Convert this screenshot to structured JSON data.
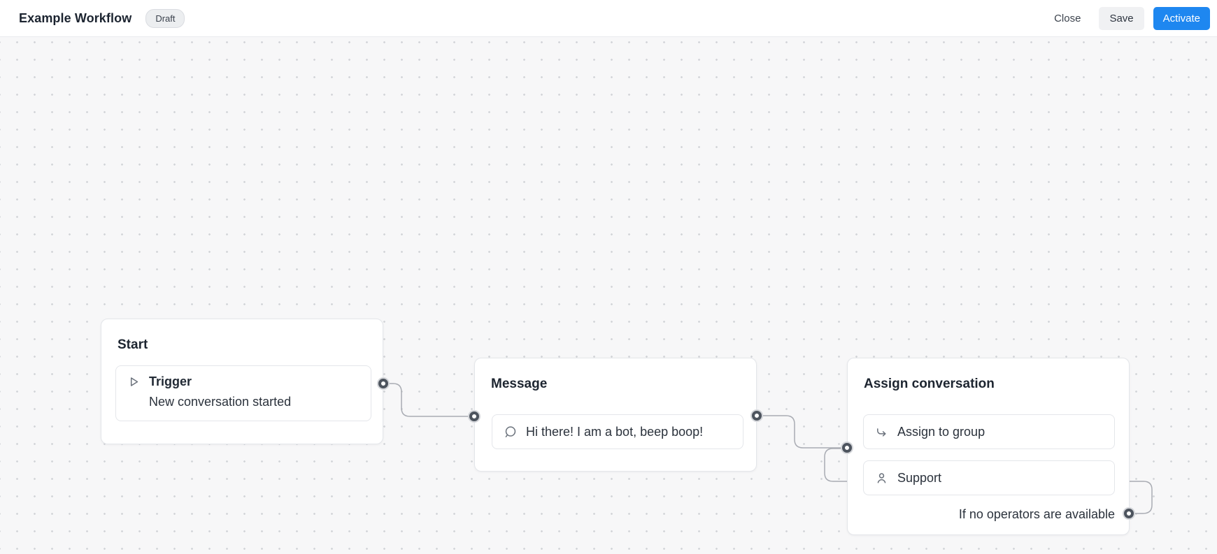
{
  "header": {
    "title": "Example Workflow",
    "status_badge": "Draft",
    "close_label": "Close",
    "save_label": "Save",
    "activate_label": "Activate"
  },
  "colors": {
    "accent_blue": "#1e87f0",
    "canvas_bg": "#f7f7f8",
    "node_border": "#e4e6ea",
    "connector_gray": "#a9acb3",
    "port_ring": "#4d545e"
  },
  "nodes": [
    {
      "id": "start",
      "title": "Start",
      "items": [
        {
          "icon": "play-icon",
          "label": "Trigger",
          "sublabel": "New conversation started"
        }
      ]
    },
    {
      "id": "message",
      "title": "Message",
      "items": [
        {
          "icon": "chat-bubble-icon",
          "label": "Hi there! I am a bot, beep boop!"
        }
      ]
    },
    {
      "id": "assign",
      "title": "Assign conversation",
      "items": [
        {
          "icon": "assign-arrow-icon",
          "label": "Assign to group"
        },
        {
          "icon": "person-icon",
          "label": "Support"
        }
      ],
      "footer_label": "If no operators are available"
    }
  ]
}
